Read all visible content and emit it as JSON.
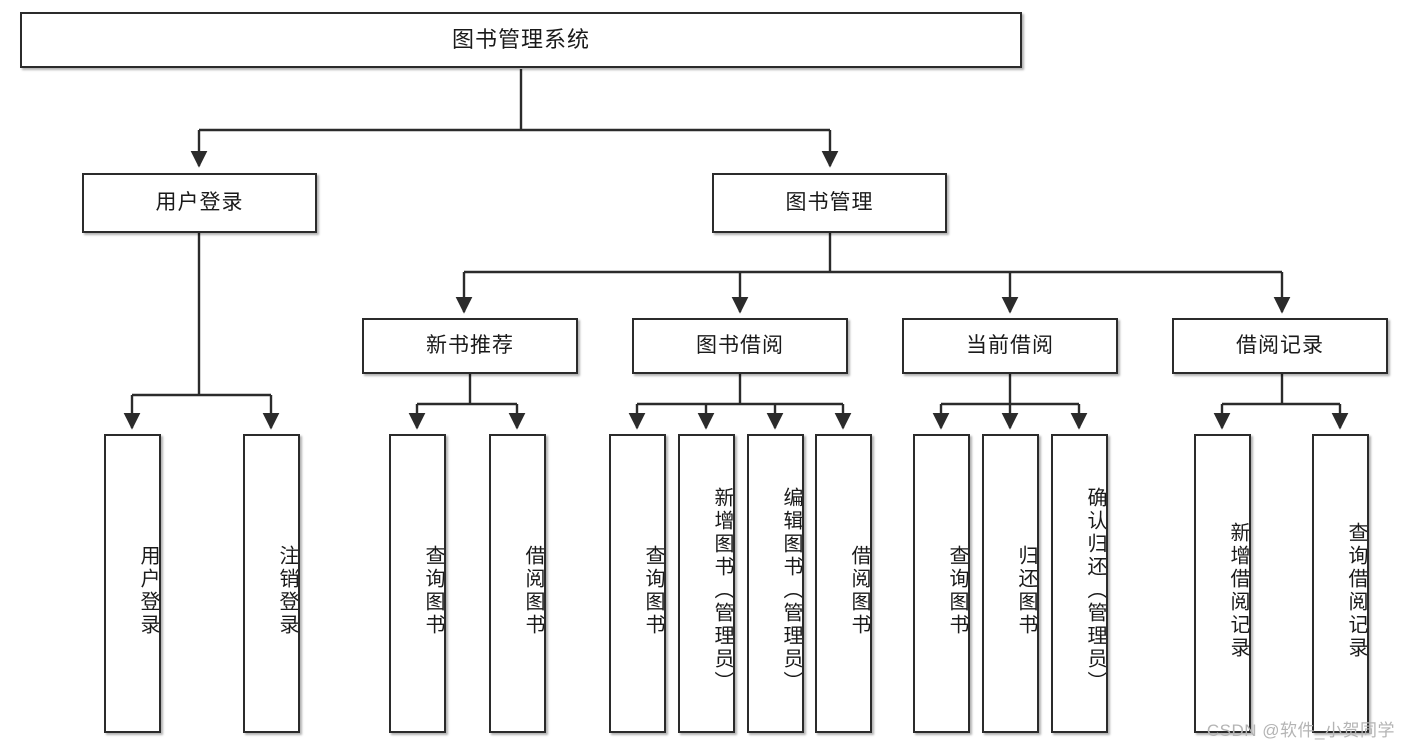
{
  "diagram": {
    "title": "图书管理系统",
    "type": "tree",
    "watermark": "CSDN @软件_小贺同学",
    "colors": {
      "box_border": "#2b2b2b",
      "box_fill": "#ffffff",
      "connector": "#2b2b2b",
      "text": "#1a1a1a",
      "watermark": "#b4b4b4"
    },
    "nodes": {
      "root": {
        "label": "图书管理系统"
      },
      "level2": [
        {
          "id": "user_login",
          "label": "用户登录"
        },
        {
          "id": "book_manage",
          "label": "图书管理"
        }
      ],
      "level3": [
        {
          "id": "new_book_rec",
          "label": "新书推荐"
        },
        {
          "id": "book_borrow",
          "label": "图书借阅"
        },
        {
          "id": "current_borrow",
          "label": "当前借阅"
        },
        {
          "id": "borrow_record",
          "label": "借阅记录"
        }
      ],
      "leaves": {
        "user_login": [
          {
            "id": "leaf_user_login",
            "label": "用户登录"
          },
          {
            "id": "leaf_logout",
            "label": "注销登录"
          }
        ],
        "new_book_rec": [
          {
            "id": "leaf_query_book_1",
            "label": "查询图书"
          },
          {
            "id": "leaf_borrow_book_1",
            "label": "借阅图书"
          }
        ],
        "book_borrow": [
          {
            "id": "leaf_query_book_2",
            "label": "查询图书"
          },
          {
            "id": "leaf_add_book",
            "label": "新增图书（管理员）"
          },
          {
            "id": "leaf_edit_book",
            "label": "编辑图书（管理员）"
          },
          {
            "id": "leaf_borrow_book_2",
            "label": "借阅图书"
          }
        ],
        "current_borrow": [
          {
            "id": "leaf_query_book_3",
            "label": "查询图书"
          },
          {
            "id": "leaf_return_book",
            "label": "归还图书"
          },
          {
            "id": "leaf_confirm_return",
            "label": "确认归还（管理员）"
          }
        ],
        "borrow_record": [
          {
            "id": "leaf_add_record",
            "label": "新增借阅记录"
          },
          {
            "id": "leaf_query_record",
            "label": "查询借阅记录"
          }
        ]
      }
    }
  }
}
